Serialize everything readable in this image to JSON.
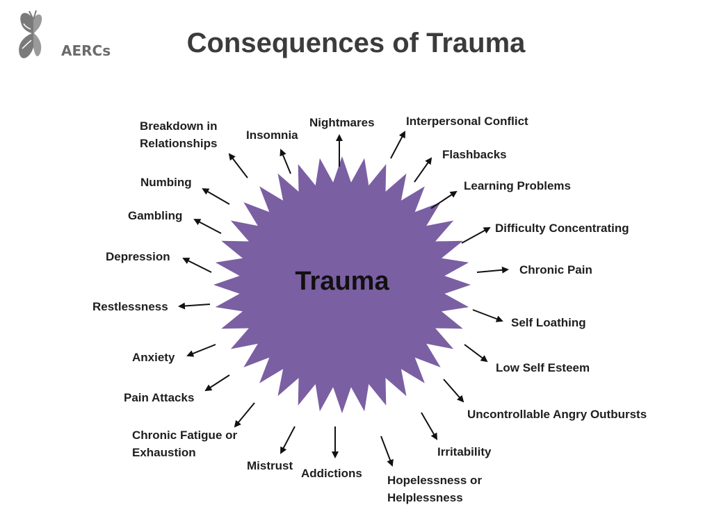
{
  "logo": {
    "text": "AERCs",
    "icon": "butterfly-icon"
  },
  "title": "Consequences of Trauma",
  "center": {
    "label": "Trauma",
    "color": "#7b5fa3"
  },
  "colors": {
    "title": "#3b3b3b",
    "text": "#1e1e1e",
    "arrow": "#111111"
  },
  "consequences": [
    "Nightmares",
    "Interpersonal Conflict",
    "Flashbacks",
    "Learning Problems",
    "Difficulty Concentrating",
    "Chronic Pain",
    "Self Loathing",
    "Low Self Esteem",
    "Uncontrollable Angry Outbursts",
    "Irritability",
    "Hopelessness or Helplessness",
    "Addictions",
    "Mistrust",
    "Chronic Fatigue or Exhaustion",
    "Pain Attacks",
    "Anxiety",
    "Restlessness",
    "Depression",
    "Gambling",
    "Numbing",
    "Breakdown in Relationships",
    "Insomnia"
  ]
}
